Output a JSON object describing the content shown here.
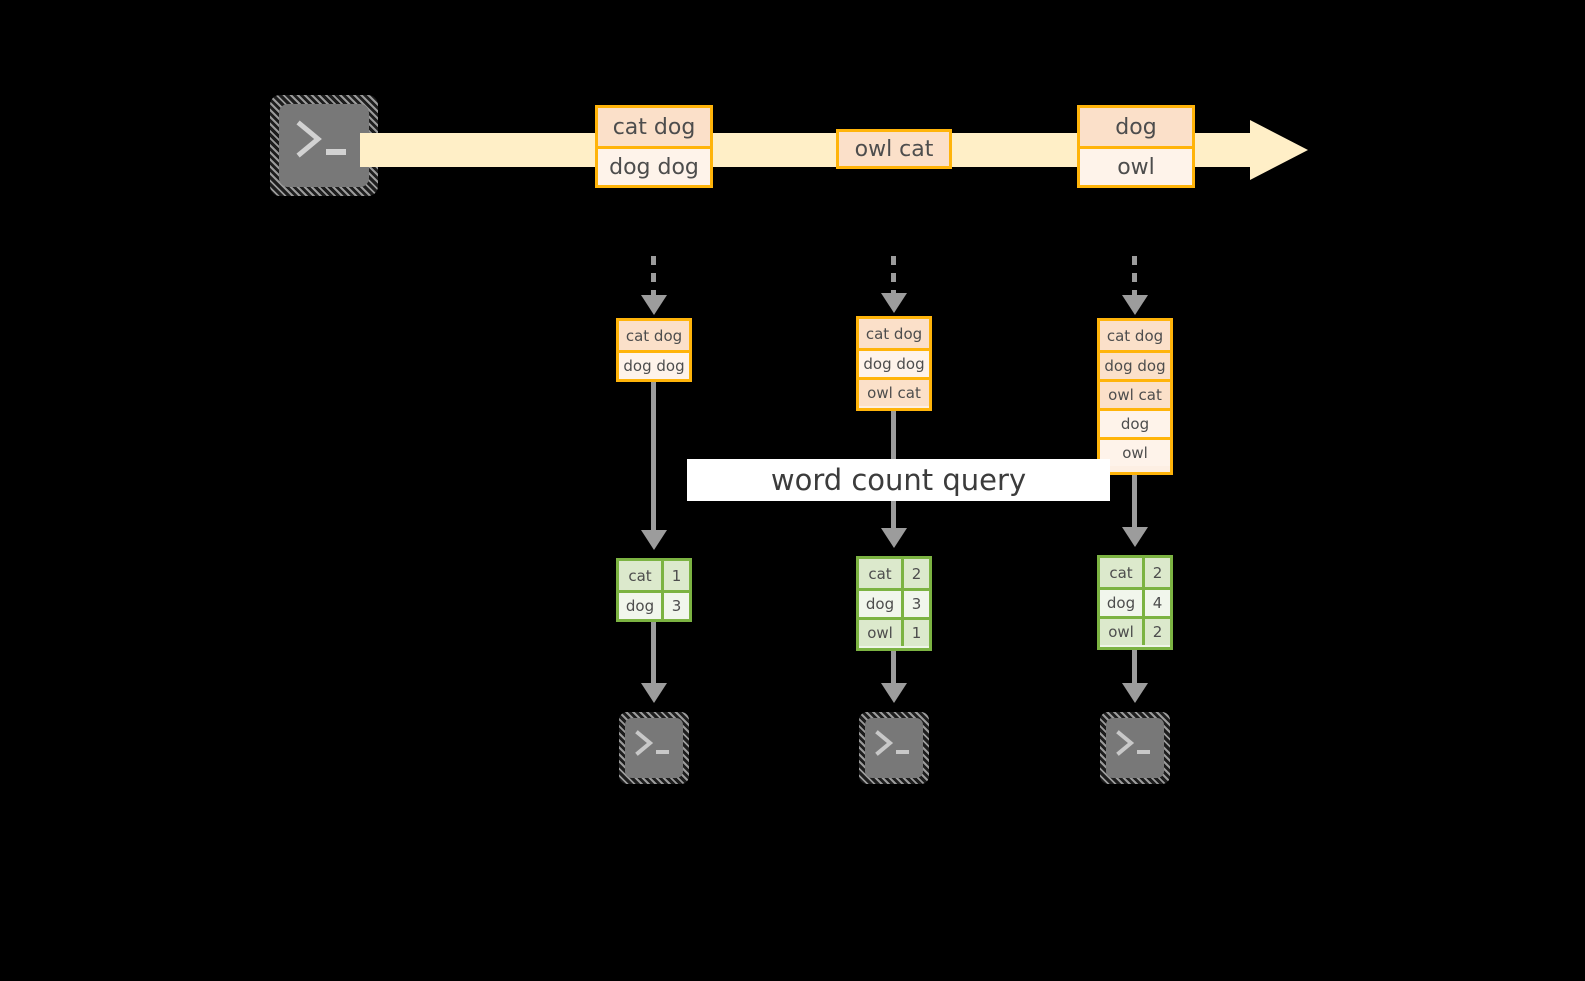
{
  "diagram": {
    "title": "word count query streaming diagram",
    "label": {
      "text": "word count query"
    },
    "colors": {
      "background": "#000000",
      "stream_arrow": "#FFEFC7",
      "box_border": "#FFB40A",
      "box_fill_dark": "#FBE0C9",
      "box_fill_light": "#FEF3EA",
      "table_border": "#7CB342",
      "table_fill_dark": "#DCE9CC",
      "table_fill_light": "#F1F6EC",
      "connector": "#9C9C9C",
      "terminal_body": "#787878",
      "label_background": "#FFFFFF",
      "text": "#4D4D4D"
    }
  },
  "source": {
    "terminal": {
      "icon": "terminal-prompt-icon",
      "glyph": ">_"
    }
  },
  "stream": {
    "events": [
      {
        "id": "e1",
        "lines": [
          "cat dog",
          "dog dog"
        ]
      },
      {
        "id": "e2",
        "lines": [
          "owl cat"
        ]
      },
      {
        "id": "e3",
        "lines": [
          "dog",
          "owl"
        ]
      }
    ]
  },
  "snapshots": [
    {
      "id": "s1",
      "buffer": [
        "cat dog",
        "dog dog"
      ],
      "result": {
        "rows": [
          {
            "word": "cat",
            "count": "1"
          },
          {
            "word": "dog",
            "count": "3"
          }
        ]
      },
      "sink": {
        "icon": "terminal-prompt-icon",
        "glyph": ">_"
      }
    },
    {
      "id": "s2",
      "buffer": [
        "cat dog",
        "dog dog",
        "owl cat"
      ],
      "result": {
        "rows": [
          {
            "word": "cat",
            "count": "2"
          },
          {
            "word": "dog",
            "count": "3"
          },
          {
            "word": "owl",
            "count": "1"
          }
        ]
      },
      "sink": {
        "icon": "terminal-prompt-icon",
        "glyph": ">_"
      }
    },
    {
      "id": "s3",
      "buffer": [
        "cat dog",
        "dog dog",
        "owl cat",
        "dog",
        "owl"
      ],
      "result": {
        "rows": [
          {
            "word": "cat",
            "count": "2"
          },
          {
            "word": "dog",
            "count": "4"
          },
          {
            "word": "owl",
            "count": "2"
          }
        ]
      },
      "sink": {
        "icon": "terminal-prompt-icon",
        "glyph": ">_"
      }
    }
  ]
}
